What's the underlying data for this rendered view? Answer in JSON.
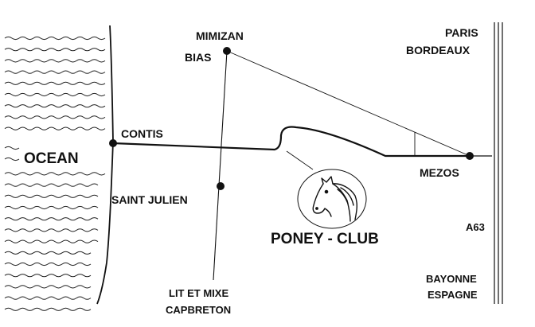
{
  "map": {
    "colors": {
      "ink": "#111111",
      "background": "#ffffff"
    },
    "labels": {
      "ocean": "OCEAN",
      "contis": "CONTIS",
      "mimizan": "MIMIZAN",
      "bias": "BIAS",
      "saint_julien": "SAINT JULIEN",
      "lit_et_mixe": "LIT ET MIXE",
      "capbreton": "CAPBRETON",
      "paris": "PARIS",
      "bordeaux": "BORDEAUX",
      "mezos": "MEZOS",
      "a63": "A63",
      "bayonne": "BAYONNE",
      "espagne": "ESPAGNE",
      "poney_club": "PONEY - CLUB"
    },
    "icons": [
      "horse-head-icon"
    ]
  }
}
